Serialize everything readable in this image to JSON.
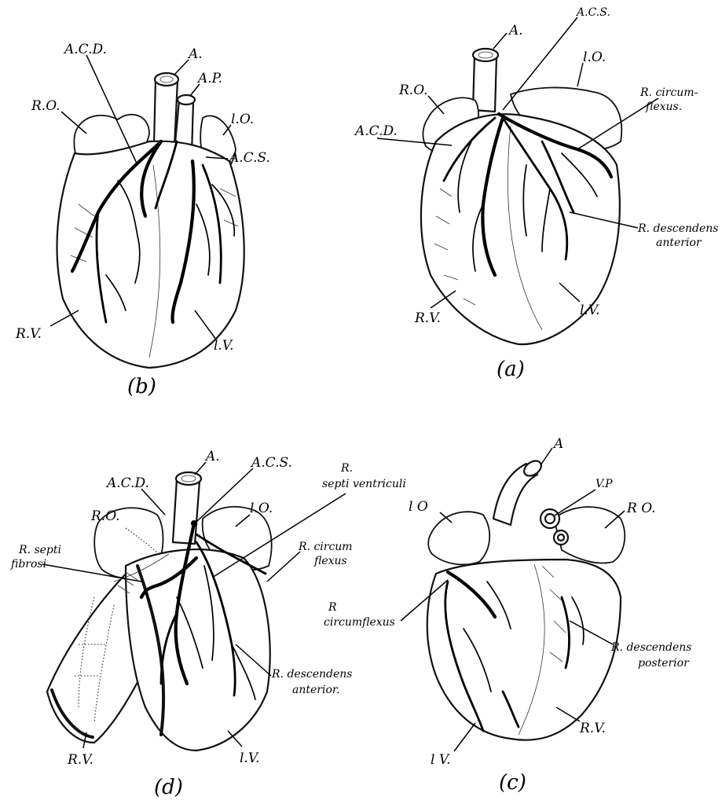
{
  "panels": {
    "b": {
      "caption": "(b)",
      "labels": {
        "acd": "A.C.D.",
        "a": "A.",
        "ap": "A.P.",
        "ro": "R.O.",
        "lo": "l.O.",
        "acs": "A.C.S.",
        "rv": "R.V.",
        "lv": "l.V."
      }
    },
    "a": {
      "caption": "(a)",
      "labels": {
        "a": "A.",
        "acs": "A.C.S.",
        "ro": "R.O.",
        "lo": "l.O.",
        "rcirc1": "R. circum-",
        "rcirc2": "flexus.",
        "acd": "A.C.D.",
        "rdesc1": "R. descendens",
        "rdesc2": "anterior",
        "rv": "R.V.",
        "lv": "l.V."
      }
    },
    "d": {
      "caption": "(d)",
      "labels": {
        "a": "A.",
        "acs": "A.C.S.",
        "rsv1": "R.",
        "rsv2": "septi ventriculi",
        "acd": "A.C.D.",
        "ro": "R.O.",
        "lo": "l.O.",
        "rcirc1": "R. circum",
        "rcirc2": "flexus",
        "rsf1": "R. septi",
        "rsf2": "fibrosi",
        "rdesc1": "R. descendens",
        "rdesc2": "anterior.",
        "rv": "R.V.",
        "lv": "l.V."
      }
    },
    "c": {
      "caption": "(c)",
      "labels": {
        "a": "A",
        "vp": "V.P",
        "lo": "l O",
        "ro": "R O.",
        "rcirc1": "R",
        "rcirc2": "circumflexus",
        "rdesc1": "R. descendens",
        "rdesc2": "posterior",
        "lv": "l V.",
        "rv": "R.V."
      }
    }
  }
}
